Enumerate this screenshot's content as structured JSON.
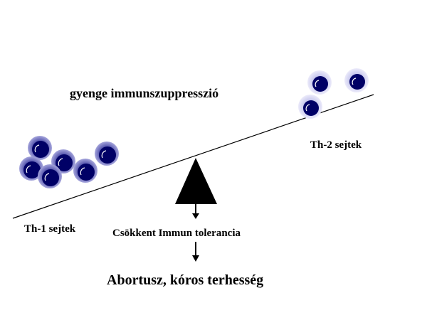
{
  "labels": {
    "title": "gyenge immunszuppresszió",
    "th2_label": "Th-2 sejtek",
    "th1_label": "Th-1 sejtek",
    "tolerance": "Csökkent Immun  tolerancia",
    "outcome": "Abortusz, kóros terhesség"
  },
  "colors": {
    "cell_fill": "#000066",
    "cell_halo_th1": "#5a5ab0",
    "cell_halo_th2": "#c8c8ee",
    "ink": "#000000"
  },
  "icons": {
    "fulcrum": "triangle",
    "th1_cell": "cell-circle",
    "th2_cell": "cell-circle"
  }
}
